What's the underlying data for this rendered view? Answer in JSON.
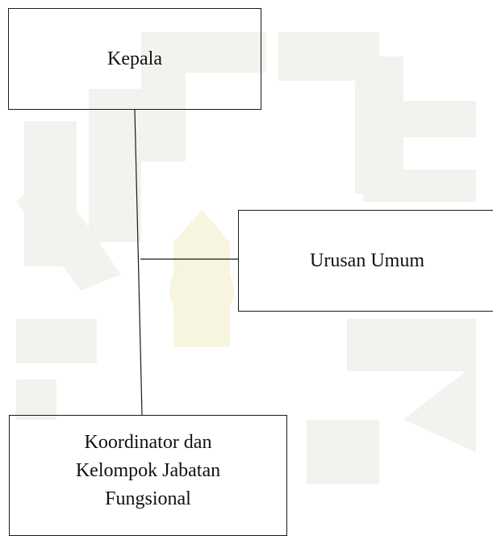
{
  "diagram": {
    "nodes": {
      "head": {
        "label": "Kepala"
      },
      "general_affairs": {
        "label": "Urusan Umum"
      },
      "functional_group": {
        "label": "Koordinator dan\nKelompok Jabatan\nFungsional"
      }
    },
    "edges": [
      {
        "from": "head",
        "to": "functional_group",
        "style": "vertical"
      },
      {
        "from": "head",
        "to": "general_affairs",
        "style": "horizontal-branch"
      }
    ]
  },
  "colors": {
    "line": "#1a1a1a",
    "watermark": "#f1f1ee",
    "watermark_center": "#f6f4dc"
  }
}
